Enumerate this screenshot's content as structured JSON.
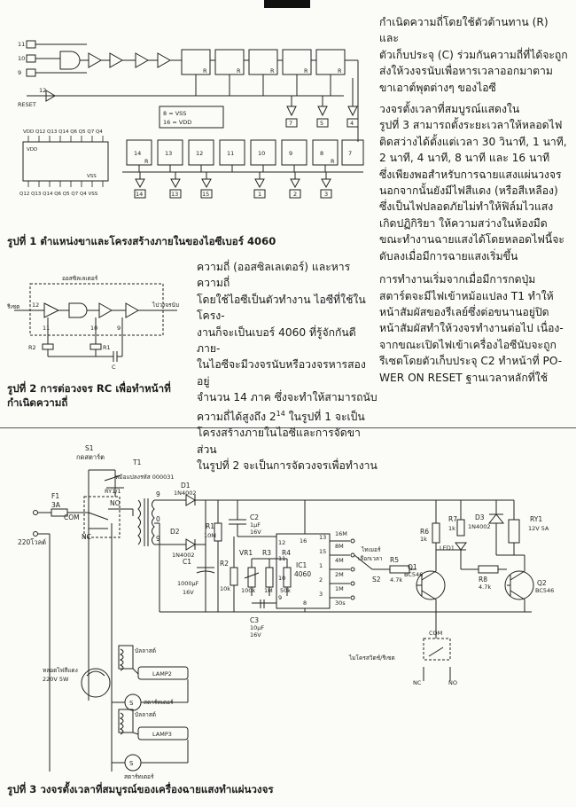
{
  "top_tag": "",
  "fig1": {
    "caption": "รูปที่ 1 ตำแหน่งขาและโครงสร้างภายในของไอซีเบอร์ 4060",
    "reset_label": "RESET",
    "reset_pin": "12",
    "vss_note": "8 = VSS",
    "vdd_note": "16 = VDD",
    "dip_top_pins": "VDD Q12 Q13 Q14 Q6 Q5 Q7 Q4",
    "dip_bottom_pins": "Q12 Q13 Q14 Q6 Q5 Q7 Q4 VSS",
    "dip_top_label": "VDD",
    "dip_bottom_label": "VSS",
    "input_pins": [
      "11",
      "10",
      "9"
    ],
    "ff_labels": [
      "R",
      "R",
      "R",
      "R",
      "R",
      "R",
      "R"
    ],
    "row1_outputs": [
      "7",
      "5",
      "4"
    ],
    "row2_outputs": [
      "14",
      "13",
      "15",
      "1",
      "2",
      "3"
    ],
    "row2_stages": [
      "14",
      "13",
      "12",
      "11",
      "10",
      "9",
      "8",
      "7"
    ]
  },
  "fig2": {
    "caption": "รูปที่ 2 การต่อวงจร RC เพื่อทำหน้าที่กำเนิดความถี่",
    "box_label": "ออสซิลเลเตอร์",
    "input_label": "รีเซต",
    "output_label": "ไปวงจรนับ",
    "r1": "R1",
    "r2": "R2",
    "c": "C",
    "pins": [
      "12",
      "11",
      "10",
      "9"
    ]
  },
  "fig3": {
    "caption": "รูปที่ 3 วงจรตั้งเวลาที่สมบูรณ์ของเครื่องฉายแสงทำแผ่นวงจร",
    "s1": "S1",
    "s1_desc": "กดสตาร์ต",
    "t1": "T1",
    "t1_desc": "หม้อแปลงรหัส 000031",
    "ry1_contact": "RY1/1",
    "f1": "F1",
    "f1_val": "3A",
    "mains": "220โวลต์",
    "com": "COM",
    "nc": "NC",
    "no": "NO",
    "t_taps": [
      "9",
      "0",
      "9"
    ],
    "d1": "D1",
    "d1_val": "1N4002",
    "d2": "D2",
    "d2_val": "1N4002",
    "c1": "C1",
    "c1_val": "1000μF",
    "c1_v": "16V",
    "r1": "R1",
    "r1_val": "10M",
    "r2": "R2",
    "r2_val": "10k",
    "c2": "C2",
    "c2_val": "1μF",
    "c2_v": "16V",
    "vr1": "VR1",
    "vr1_val": "100k",
    "r3": "R3",
    "r3_val": "1M",
    "r4": "R4",
    "r4_val": "50k",
    "c3": "C3",
    "c3_val": "10μF",
    "c3_v": "16V",
    "ic1": "IC1",
    "ic1_val": "4060",
    "ic_pins": [
      "12",
      "11",
      "10",
      "9",
      "16",
      "8"
    ],
    "ic_out_pins": [
      "13",
      "15",
      "1",
      "2",
      "3"
    ],
    "timer_label": "ไทเมอร์",
    "timer_select": "เลือกเวลา",
    "s2": "S2",
    "time_options": [
      "16M",
      "8M",
      "4M",
      "2M",
      "1M",
      "30s"
    ],
    "r5": "R5",
    "r5_val": "4.7k",
    "r6": "R6",
    "r6_val": "1k",
    "r7": "R7",
    "r7_val": "1k",
    "r8": "R8",
    "r8_val": "4.7k",
    "d3": "D3",
    "d3_val": "1N4002",
    "led1": "LED1",
    "q1": "Q1",
    "q1_val": "BC546",
    "q2": "Q2",
    "q2_val": "BC546",
    "ry1": "RY1",
    "ry1_val": "12V 5A",
    "lamp_red": "หลอดไฟสีแดง",
    "lamp_red_val": "220V 5W",
    "ballast1": "บัลลาสต์",
    "lamp2": "LAMP2",
    "starter1": "สตาร์ทเตอร์",
    "ballast2": "บัลลาสต์",
    "lamp3": "LAMP3",
    "starter2": "สตาร์ทเตอร์",
    "microswitch": "ไมโครสวิตช์/รีเซต",
    "ms_com": "COM",
    "ms_nc": "NC",
    "ms_no": "NO",
    "s_symbol": "S"
  },
  "text": {
    "right_col": [
      "กำเนิดความถี่โดยใช้ตัวต้านทาน (R) และ",
      "ตัวเก็บประจุ (C) ร่วมกันความถี่ที่ได้จะถูก",
      "ส่งให้วงจรนับเพื่อหารเวลาออกมาตาม",
      "ขาเอาต์พุตต่างๆ ของไอซี",
      "    วงจรตั้งเวลาที่สมบูรณ์แสดงใน",
      "รูปที่ 3 สามารถตั้งระยะเวลาให้หลอดไฟ",
      "ติดสว่างได้ตั้งแต่เวลา 30 วินาที, 1 นาที,",
      "2 นาที, 4 นาที, 8 นาที และ 16 นาที",
      "ซึ่งเพียงพอสำหรับการฉายแสงแผ่นวงจร",
      "นอกจากนั้นยังมีไฟสีแดง (หรือสีเหลือง)",
      "ซึ่งเป็นไฟปลอดภัยไม่ทำให้ฟิล์มไวแสง",
      "เกิดปฏิกิริยา  ให้ความสว่างในห้องมืด",
      "ขณะทำงานฉายแสงได้โดยหลอดไฟนี้จะ",
      "ดับลงเมื่อมีการฉายแสงเริ่มขึ้น"
    ],
    "right_col2": [
      "    การทำงานเริ่มจากเมื่อมีการกดปุ่ม",
      "สตาร์ตจะมีไฟเข้าหม้อแปลง T1 ทำให้",
      "หน้าสัมผัสของรีเลย์ซึ่งต่อขนานอยู่ปิด",
      "หน้าสัมผัสทำให้วงจรทำงานต่อไป เนื่อง-",
      "จากขณะเปิดไฟเข้าเครื่องไอซีนับจะถูก",
      "รีเซตโดยตัวเก็บประจุ C2 ทำหน้าที่ PO-",
      "WER ON RESET ฐานเวลาหลักที่ใช้"
    ],
    "mid_col": [
      "ความถี่ (ออสซิลเลเตอร์) และหารความถี่",
      "โดยใช้ไอซีเป็นตัวทำงาน ไอซีที่ใช้ในโครง-",
      "งานก็จะเป็นเบอร์ 4060 ที่รู้จักกันดี ภาย-",
      "ในไอซีจะมีวงจรนับหรือวงจรหารสองอยู่",
      "จำนวน 14 ภาค ซึ่งจะทำให้สามารถนับ",
      "ความถี่ได้สูงถึง 2",
      "โครงสร้างภายในไอซีและการจัดขา ส่วน",
      "ในรูปที่ 2 จะเป็นการจัดวงจรเพื่อทำงาน"
    ],
    "mid_line6_sup": "14",
    "mid_line6_rest": " ในรูปที่ 1 จะเป็น"
  }
}
